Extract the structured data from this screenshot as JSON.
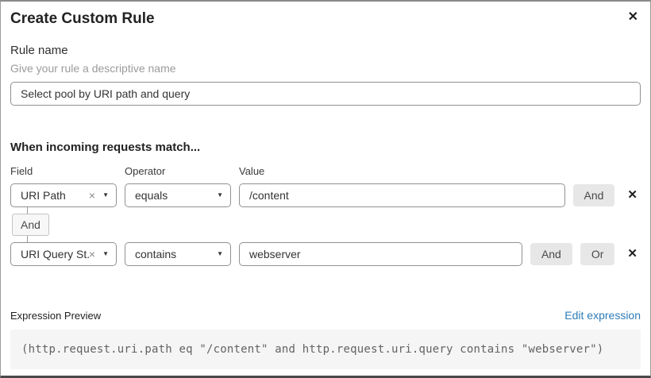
{
  "dialog": {
    "title": "Create Custom Rule"
  },
  "icons": {
    "close": "✕",
    "clear": "×",
    "caret": "▼",
    "delete": "✕"
  },
  "rule_name": {
    "label": "Rule name",
    "helper": "Give your rule a descriptive name",
    "value": "Select pool by URI path and query"
  },
  "match": {
    "heading": "When incoming requests match...",
    "columns": {
      "field": "Field",
      "operator": "Operator",
      "value": "Value"
    },
    "connector_label": "And",
    "rows": [
      {
        "field": "URI Path",
        "operator": "equals",
        "value": "/content",
        "buttons": [
          "And"
        ]
      },
      {
        "field": "URI Query St...",
        "operator": "contains",
        "value": "webserver",
        "buttons": [
          "And",
          "Or"
        ]
      }
    ]
  },
  "expression": {
    "label": "Expression Preview",
    "edit_link": "Edit expression",
    "code": "(http.request.uri.path eq \"/content\" and http.request.uri.query contains \"webserver\")"
  },
  "colors": {
    "link": "#2e7cb8",
    "button_bg": "#e7e7e7",
    "code_bg": "#f5f5f5",
    "border": "#919191"
  }
}
